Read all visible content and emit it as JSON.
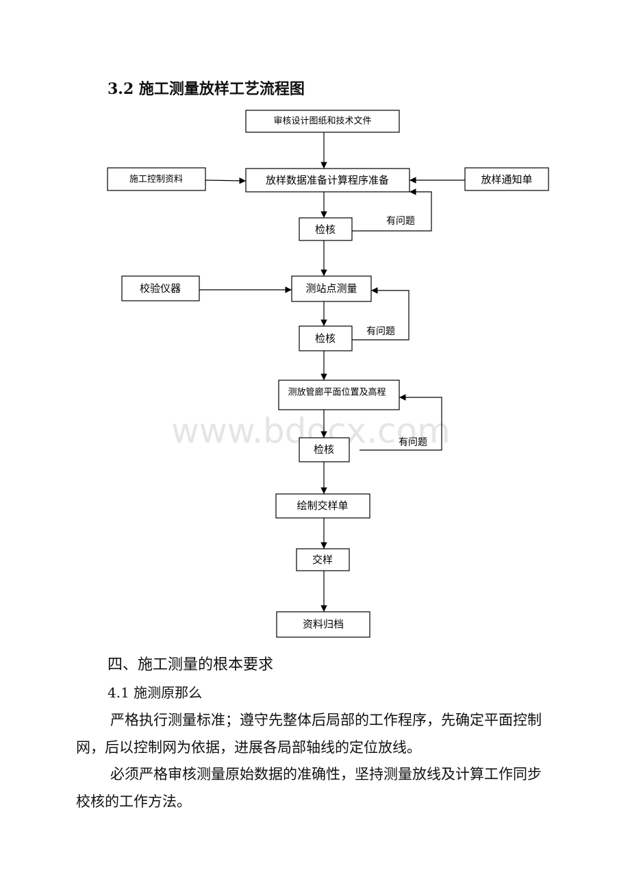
{
  "section_title": "3.2 施工测量放样工艺流程图",
  "flowchart": {
    "nodes": {
      "review": "审核设计图纸和技术文件",
      "control_data": "施工控制资料",
      "prep": "放样数据准备计算程序准备",
      "notice": "放样通知单",
      "check1": "检核",
      "calibrate": "校验仪器",
      "station": "测站点测量",
      "check2": "检核",
      "measure": "测放管廊平面位置及高程",
      "check3": "检核",
      "draw": "绘制交样单",
      "deliver": "交样",
      "archive": "资料归档"
    },
    "loop_labels": {
      "loop1": "有问题",
      "loop2": "有问题",
      "loop3": "有问题"
    }
  },
  "watermark": "www.bdocx.com",
  "chapter_title": "四、施工测量的根本要求",
  "subsection_title": "4.1 施测原那么",
  "paragraphs": [
    "严格执行测量标准；遵守先整体后局部的工作程序，先确定平面控制网，后以控制网为依据，进展各局部轴线的定位放线。",
    "必须严格审核测量原始数据的准确性，坚持测量放线及计算工作同步校核的工作方法。"
  ]
}
